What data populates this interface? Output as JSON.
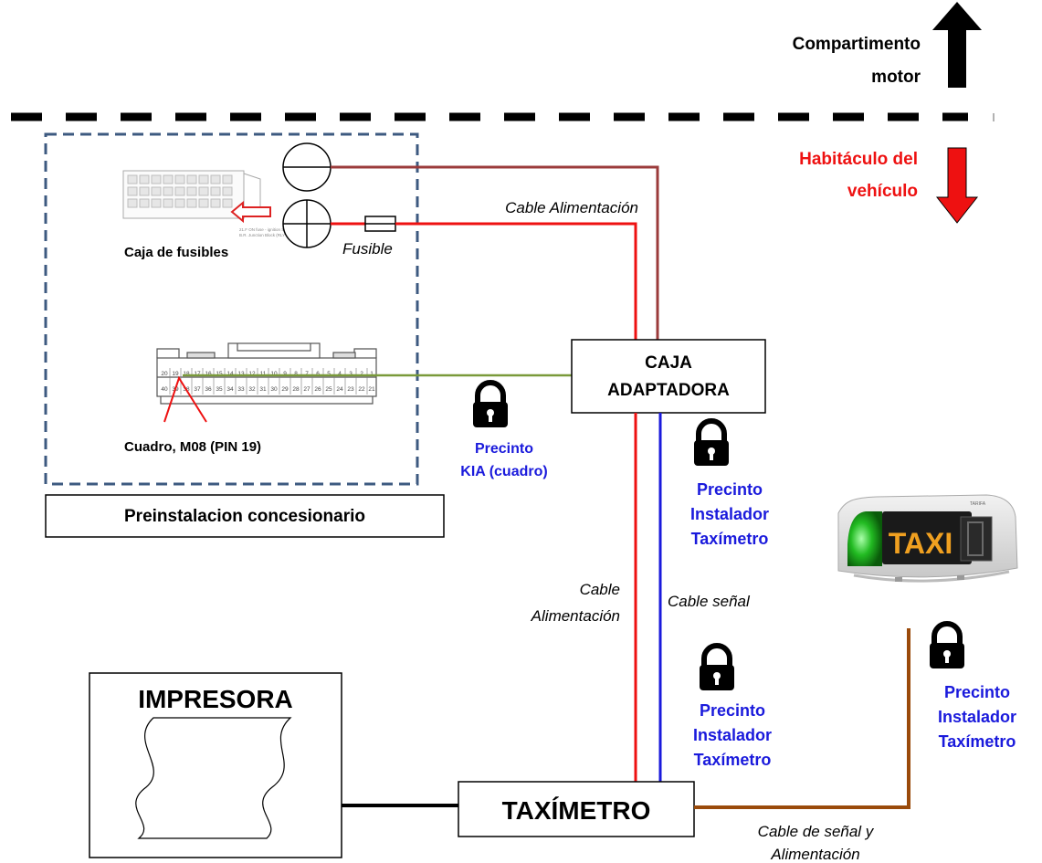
{
  "zones": {
    "engine_line1": "Compartimento",
    "engine_line2": "motor",
    "cabin_line1": "Habitáculo del",
    "cabin_line2": "vehículo"
  },
  "preinstall": {
    "label": "Preinstalacion concesionario",
    "fuse_box_label": "Caja de fusibles",
    "fuse_label": "Fusible",
    "cluster_label": "Cuadro, M08 (PIN 19)",
    "top_pins": [
      "20",
      "19",
      "18",
      "17",
      "16",
      "15",
      "14",
      "13",
      "12",
      "11",
      "10",
      "9",
      "8",
      "7",
      "6",
      "5",
      "4",
      "3",
      "2",
      "1"
    ],
    "bottom_pins": [
      "40",
      "39",
      "38",
      "37",
      "36",
      "35",
      "34",
      "33",
      "32",
      "31",
      "30",
      "29",
      "28",
      "27",
      "26",
      "25",
      "24",
      "23",
      "22",
      "21"
    ],
    "fuse_box_tiny_text_1": "21.F      ON fuse - ignition Switch",
    "fuse_box_tiny_text_2": "      B.R. Junction Block (RLY 11)"
  },
  "adapter_box": {
    "line1": "CAJA",
    "line2": "ADAPTADORA"
  },
  "taximeter": {
    "label": "TAXÍMETRO"
  },
  "printer": {
    "label": "IMPRESORA"
  },
  "taxi_light": {
    "text": "TAXI",
    "small_text": "TARIFA"
  },
  "cables": {
    "power_top": "Cable Alimentación",
    "power_vertical_line1": "Cable",
    "power_vertical_line2": "Alimentación",
    "signal": "Cable señal",
    "signal_power_line1": "Cable de señal y",
    "signal_power_line2": "Alimentación"
  },
  "seals": {
    "kia_line1": "Precinto",
    "kia_line2": "KIA (cuadro)",
    "installer_1_line1": "Precinto",
    "installer_1_line2": "Instalador",
    "installer_1_line3": "Taxímetro",
    "installer_2_line1": "Precinto",
    "installer_2_line2": "Instalador",
    "installer_2_line3": "Taxímetro",
    "installer_3_line1": "Precinto",
    "installer_3_line2": "Instalador",
    "installer_3_line3": "Taxímetro"
  },
  "colors": {
    "negative_wire": "#9b3b3b",
    "positive_wire": "#ee1111",
    "signal_wire": "#1a1adc",
    "cluster_wire": "#7a9a3a",
    "taxi_light_wire": "#9a4a0a",
    "seal_text": "#1a1adc",
    "cabin_text": "#ee1111",
    "dash_box": "#3d5a80"
  }
}
